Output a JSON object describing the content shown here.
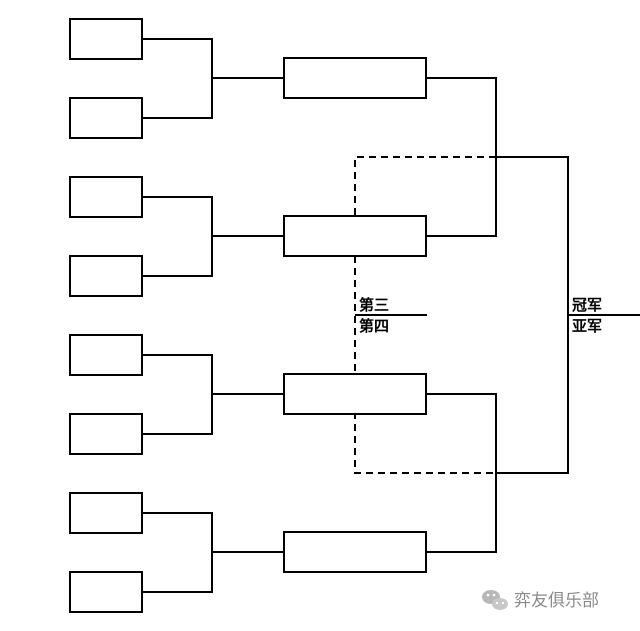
{
  "bracket": {
    "third_place_label": "第三",
    "fourth_place_label": "第四",
    "champion_label": "冠军",
    "runner_up_label": "亚军"
  },
  "watermark": {
    "icon": "wechat-icon",
    "text": "弈友俱乐部"
  }
}
